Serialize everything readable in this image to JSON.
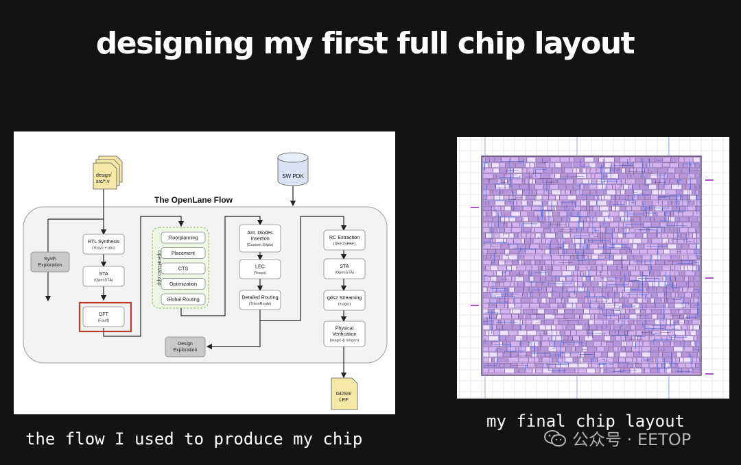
{
  "slide": {
    "title": "designing my first full chip layout",
    "caption_left": "the flow I used to produce my chip",
    "caption_right": "my final chip layout",
    "watermark": "公众号 · EETOP",
    "watermark_icon": "wechat-icon"
  },
  "diagram": {
    "title": "The OpenLane Flow",
    "inputs": {
      "design_file": "design/\nsrc/*.v",
      "sw_pdk": "SW PDK"
    },
    "output": "GDSII/\nLEF",
    "synth_exploration": "Synth\nExploration",
    "design_exploration": "Design\nExploration",
    "openroad_app_label": "OpenROAD App",
    "column1": [
      {
        "title": "RTL Synthesis",
        "sub": "(Yosys + abc)"
      },
      {
        "title": "STA",
        "sub": "(OpenSTA)"
      },
      {
        "title": "DFT",
        "sub": "(Fault)"
      }
    ],
    "column2": [
      "Floorplanning",
      "Placement",
      "CTS",
      "Optimization",
      "Global Routing"
    ],
    "column3": [
      {
        "title": "Ant. Diodes\nInsertion",
        "sub": "(Custom Sripts)"
      },
      {
        "title": "LEC",
        "sub": "(Yosys)"
      },
      {
        "title": "Detailed Routing",
        "sub": "(TritonRoute)"
      }
    ],
    "column4": [
      {
        "title": "RC Extraction",
        "sub": "(DEF2SPEF)"
      },
      {
        "title": "STA",
        "sub": "(OpenSTA)"
      },
      {
        "title": "gds2 Streaming",
        "sub": "(magic)"
      },
      {
        "title": "Physical\nVerification",
        "sub": "(magic & netgen)"
      }
    ]
  },
  "chip_layout": {
    "colors": {
      "cell_fill": "#d4b3f0",
      "route_blue": "#3a5fd9",
      "dark_line": "#3a2c4a",
      "pin": "#b04fc0",
      "grid": "#d9deea"
    }
  }
}
